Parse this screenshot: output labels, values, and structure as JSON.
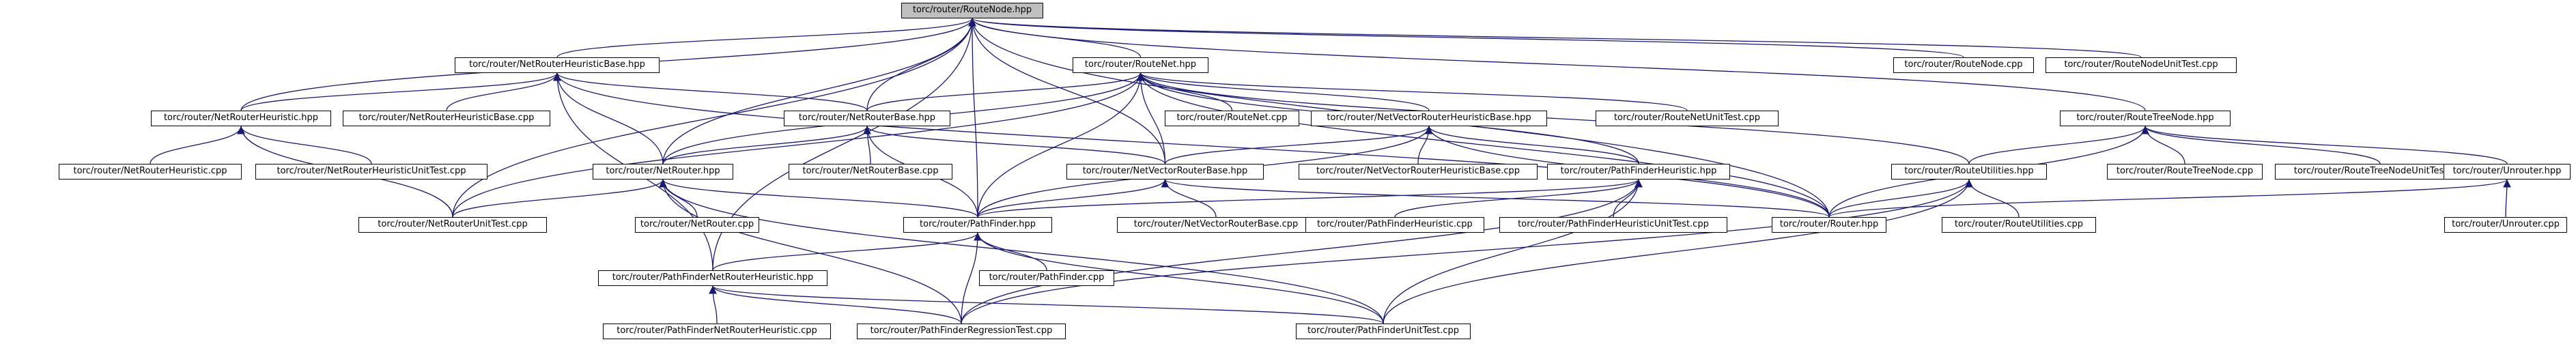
{
  "graph": {
    "colors": {
      "edge": "#191970",
      "node_border": "#000000",
      "focus_fill": "#bfbfbf"
    },
    "nodes": [
      {
        "id": "RouteNode_hpp",
        "label": "torc/router/RouteNode.hpp",
        "focus": true
      },
      {
        "id": "NetRouterHeuristicBase_hpp",
        "label": "torc/router/NetRouterHeuristicBase.hpp"
      },
      {
        "id": "RouteNet_hpp",
        "label": "torc/router/RouteNet.hpp"
      },
      {
        "id": "RouteNode_cpp",
        "label": "torc/router/RouteNode.cpp"
      },
      {
        "id": "RouteNodeUnitTest_cpp",
        "label": "torc/router/RouteNodeUnitTest.cpp"
      },
      {
        "id": "NetRouterHeuristic_hpp",
        "label": "torc/router/NetRouterHeuristic.hpp"
      },
      {
        "id": "NetRouterHeuristicBase_cpp",
        "label": "torc/router/NetRouterHeuristicBase.cpp"
      },
      {
        "id": "NetRouterBase_hpp",
        "label": "torc/router/NetRouterBase.hpp"
      },
      {
        "id": "RouteNet_cpp",
        "label": "torc/router/RouteNet.cpp"
      },
      {
        "id": "NetVectorRouterHeuristicBase_hpp",
        "label": "torc/router/NetVectorRouterHeuristicBase.hpp"
      },
      {
        "id": "RouteNetUnitTest_cpp",
        "label": "torc/router/RouteNetUnitTest.cpp"
      },
      {
        "id": "RouteTreeNode_hpp",
        "label": "torc/router/RouteTreeNode.hpp"
      },
      {
        "id": "NetRouterHeuristic_cpp",
        "label": "torc/router/NetRouterHeuristic.cpp"
      },
      {
        "id": "NetRouterHeuristicUnitTest_cpp",
        "label": "torc/router/NetRouterHeuristicUnitTest.cpp"
      },
      {
        "id": "NetRouter_hpp",
        "label": "torc/router/NetRouter.hpp"
      },
      {
        "id": "NetRouterBase_cpp",
        "label": "torc/router/NetRouterBase.cpp"
      },
      {
        "id": "NetVectorRouterBase_hpp",
        "label": "torc/router/NetVectorRouterBase.hpp"
      },
      {
        "id": "NetVectorRouterHeuristicBase_cpp",
        "label": "torc/router/NetVectorRouterHeuristicBase.cpp"
      },
      {
        "id": "PathFinderHeuristic_hpp",
        "label": "torc/router/PathFinderHeuristic.hpp"
      },
      {
        "id": "RouteUtilities_hpp",
        "label": "torc/router/RouteUtilities.hpp"
      },
      {
        "id": "RouteTreeNode_cpp",
        "label": "torc/router/RouteTreeNode.cpp"
      },
      {
        "id": "RouteTreeNodeUnitTest_cpp",
        "label": "torc/router/RouteTreeNodeUnitTest.cpp"
      },
      {
        "id": "Unrouter_hpp",
        "label": "torc/router/Unrouter.hpp"
      },
      {
        "id": "NetRouterUnitTest_cpp",
        "label": "torc/router/NetRouterUnitTest.cpp"
      },
      {
        "id": "NetRouter_cpp",
        "label": "torc/router/NetRouter.cpp"
      },
      {
        "id": "PathFinder_hpp",
        "label": "torc/router/PathFinder.hpp"
      },
      {
        "id": "NetVectorRouterBase_cpp",
        "label": "torc/router/NetVectorRouterBase.cpp"
      },
      {
        "id": "PathFinderHeuristic_cpp",
        "label": "torc/router/PathFinderHeuristic.cpp"
      },
      {
        "id": "PathFinderHeuristicUnitTest_cpp",
        "label": "torc/router/PathFinderHeuristicUnitTest.cpp"
      },
      {
        "id": "Router_hpp",
        "label": "torc/router/Router.hpp"
      },
      {
        "id": "RouteUtilities_cpp",
        "label": "torc/router/RouteUtilities.cpp"
      },
      {
        "id": "Unrouter_cpp",
        "label": "torc/router/Unrouter.cpp"
      },
      {
        "id": "PathFinderNetRouterHeuristic_hpp",
        "label": "torc/router/PathFinderNetRouterHeuristic.hpp"
      },
      {
        "id": "PathFinder_cpp",
        "label": "torc/router/PathFinder.cpp"
      },
      {
        "id": "PathFinderNetRouterHeuristic_cpp",
        "label": "torc/router/PathFinderNetRouterHeuristic.cpp"
      },
      {
        "id": "PathFinderRegressionTest_cpp",
        "label": "torc/router/PathFinderRegressionTest.cpp"
      },
      {
        "id": "PathFinderUnitTest_cpp",
        "label": "torc/router/PathFinderUnitTest.cpp"
      }
    ],
    "edges": [
      [
        "RouteNode_hpp",
        "NetRouterHeuristicBase_hpp"
      ],
      [
        "RouteNode_hpp",
        "RouteNet_hpp"
      ],
      [
        "RouteNode_hpp",
        "RouteNode_cpp"
      ],
      [
        "RouteNode_hpp",
        "RouteNodeUnitTest_cpp"
      ],
      [
        "RouteNode_hpp",
        "NetRouterHeuristic_hpp"
      ],
      [
        "RouteNode_hpp",
        "NetRouterBase_hpp"
      ],
      [
        "RouteNode_hpp",
        "NetRouter_hpp"
      ],
      [
        "RouteNode_hpp",
        "NetVectorRouterBase_hpp"
      ],
      [
        "RouteNode_hpp",
        "PathFinder_hpp"
      ],
      [
        "RouteNode_hpp",
        "RouteTreeNode_hpp"
      ],
      [
        "RouteNode_hpp",
        "Router_hpp"
      ],
      [
        "RouteNode_hpp",
        "NetRouterUnitTest_cpp"
      ],
      [
        "RouteNode_hpp",
        "PathFinderNetRouterHeuristic_hpp"
      ],
      [
        "NetRouterHeuristicBase_hpp",
        "NetRouterHeuristic_hpp"
      ],
      [
        "NetRouterHeuristicBase_hpp",
        "NetRouterHeuristicBase_cpp"
      ],
      [
        "NetRouterHeuristicBase_hpp",
        "NetRouterBase_hpp"
      ],
      [
        "NetRouterHeuristicBase_hpp",
        "NetRouter_hpp"
      ],
      [
        "NetRouterHeuristicBase_hpp",
        "PathFinderNetRouterHeuristic_hpp"
      ],
      [
        "NetRouterHeuristicBase_hpp",
        "Router_hpp"
      ],
      [
        "RouteNet_hpp",
        "NetRouterBase_hpp"
      ],
      [
        "RouteNet_hpp",
        "RouteNet_cpp"
      ],
      [
        "RouteNet_hpp",
        "NetVectorRouterHeuristicBase_hpp"
      ],
      [
        "RouteNet_hpp",
        "RouteNetUnitTest_cpp"
      ],
      [
        "RouteNet_hpp",
        "RouteUtilities_hpp"
      ],
      [
        "RouteNet_hpp",
        "NetRouter_hpp"
      ],
      [
        "RouteNet_hpp",
        "NetVectorRouterBase_hpp"
      ],
      [
        "RouteNet_hpp",
        "PathFinder_hpp"
      ],
      [
        "RouteNet_hpp",
        "Router_hpp"
      ],
      [
        "RouteNet_hpp",
        "NetRouterUnitTest_cpp"
      ],
      [
        "RouteNet_hpp",
        "PathFinderHeuristic_hpp"
      ],
      [
        "NetRouterHeuristic_hpp",
        "NetRouterHeuristic_cpp"
      ],
      [
        "NetRouterHeuristic_hpp",
        "NetRouterHeuristicUnitTest_cpp"
      ],
      [
        "NetRouterHeuristic_hpp",
        "NetRouterUnitTest_cpp"
      ],
      [
        "NetRouterBase_hpp",
        "NetRouter_hpp"
      ],
      [
        "NetRouterBase_hpp",
        "NetRouterBase_cpp"
      ],
      [
        "NetRouterBase_hpp",
        "NetVectorRouterBase_hpp"
      ],
      [
        "NetRouterBase_hpp",
        "PathFinder_hpp"
      ],
      [
        "NetVectorRouterHeuristicBase_hpp",
        "NetVectorRouterBase_hpp"
      ],
      [
        "NetVectorRouterHeuristicBase_hpp",
        "NetVectorRouterHeuristicBase_cpp"
      ],
      [
        "NetVectorRouterHeuristicBase_hpp",
        "PathFinderHeuristic_hpp"
      ],
      [
        "NetVectorRouterHeuristicBase_hpp",
        "PathFinder_hpp"
      ],
      [
        "NetVectorRouterHeuristicBase_hpp",
        "Router_hpp"
      ],
      [
        "RouteTreeNode_hpp",
        "RouteUtilities_hpp"
      ],
      [
        "RouteTreeNode_hpp",
        "RouteTreeNode_cpp"
      ],
      [
        "RouteTreeNode_hpp",
        "RouteTreeNodeUnitTest_cpp"
      ],
      [
        "RouteTreeNode_hpp",
        "Unrouter_hpp"
      ],
      [
        "RouteTreeNode_hpp",
        "Router_hpp"
      ],
      [
        "NetRouter_hpp",
        "NetRouterUnitTest_cpp"
      ],
      [
        "NetRouter_hpp",
        "NetRouter_cpp"
      ],
      [
        "NetRouter_hpp",
        "PathFinder_hpp"
      ],
      [
        "NetRouter_hpp",
        "PathFinderRegressionTest_cpp"
      ],
      [
        "NetRouter_hpp",
        "PathFinderUnitTest_cpp"
      ],
      [
        "NetVectorRouterBase_hpp",
        "PathFinder_hpp"
      ],
      [
        "NetVectorRouterBase_hpp",
        "NetVectorRouterBase_cpp"
      ],
      [
        "NetVectorRouterBase_hpp",
        "Router_hpp"
      ],
      [
        "PathFinderHeuristic_hpp",
        "PathFinder_hpp"
      ],
      [
        "PathFinderHeuristic_hpp",
        "PathFinderHeuristic_cpp"
      ],
      [
        "PathFinderHeuristic_hpp",
        "PathFinderHeuristicUnitTest_cpp"
      ],
      [
        "PathFinderHeuristic_hpp",
        "PathFinderRegressionTest_cpp"
      ],
      [
        "PathFinderHeuristic_hpp",
        "PathFinderUnitTest_cpp"
      ],
      [
        "RouteUtilities_hpp",
        "Router_hpp"
      ],
      [
        "RouteUtilities_hpp",
        "RouteUtilities_cpp"
      ],
      [
        "RouteUtilities_hpp",
        "PathFinderUnitTest_cpp"
      ],
      [
        "RouteUtilities_hpp",
        "PathFinderRegressionTest_cpp"
      ],
      [
        "Unrouter_hpp",
        "Router_hpp"
      ],
      [
        "Unrouter_hpp",
        "Unrouter_cpp"
      ],
      [
        "PathFinder_hpp",
        "PathFinderNetRouterHeuristic_hpp"
      ],
      [
        "PathFinder_hpp",
        "PathFinder_cpp"
      ],
      [
        "PathFinder_hpp",
        "PathFinderRegressionTest_cpp"
      ],
      [
        "PathFinder_hpp",
        "PathFinderUnitTest_cpp"
      ],
      [
        "PathFinderNetRouterHeuristic_hpp",
        "PathFinderNetRouterHeuristic_cpp"
      ],
      [
        "PathFinderNetRouterHeuristic_hpp",
        "PathFinderRegressionTest_cpp"
      ],
      [
        "PathFinderNetRouterHeuristic_hpp",
        "PathFinderUnitTest_cpp"
      ]
    ]
  }
}
